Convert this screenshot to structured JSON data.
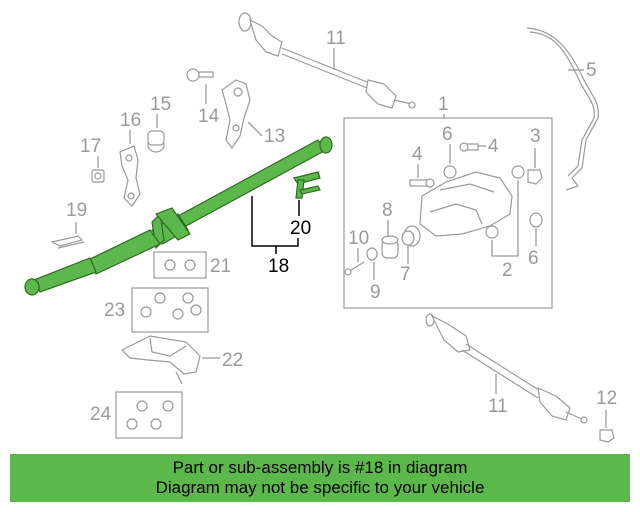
{
  "callouts": {
    "c1": "1",
    "c2": "2",
    "c3": "3",
    "c4a": "4",
    "c4b": "4",
    "c5": "5",
    "c6a": "6",
    "c6b": "6",
    "c7": "7",
    "c8": "8",
    "c9": "9",
    "c10": "10",
    "c11a": "11",
    "c11b": "11",
    "c12": "12",
    "c13": "13",
    "c14": "14",
    "c15": "15",
    "c16": "16",
    "c17": "17",
    "c18": "18",
    "c19": "19",
    "c20": "20",
    "c21": "21",
    "c22": "22",
    "c23": "23",
    "c24": "24"
  },
  "highlight_color": "#5cb84a",
  "banner": {
    "line1": "Part or sub-assembly is #18 in diagram",
    "line2": "Diagram may not be specific to your vehicle"
  }
}
